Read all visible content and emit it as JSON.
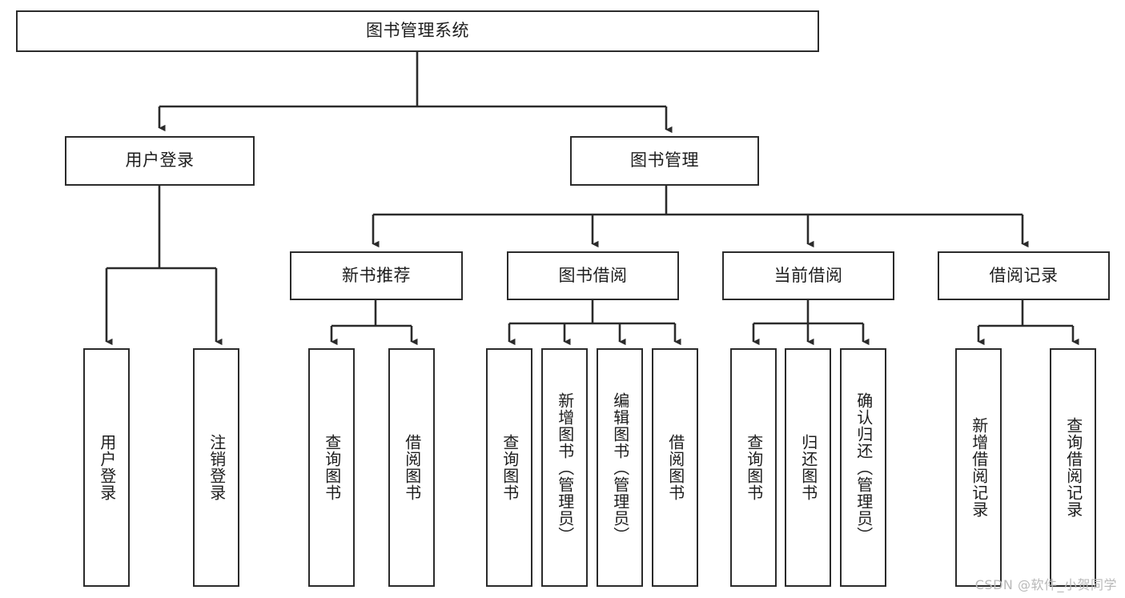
{
  "diagram": {
    "title": "图书管理系统",
    "type": "tree",
    "root": {
      "label": "图书管理系统"
    },
    "level1": [
      {
        "label": "用户登录"
      },
      {
        "label": "图书管理"
      }
    ],
    "level2": [
      {
        "label": "新书推荐",
        "parent": "图书管理"
      },
      {
        "label": "图书借阅",
        "parent": "图书管理"
      },
      {
        "label": "当前借阅",
        "parent": "图书管理"
      },
      {
        "label": "借阅记录",
        "parent": "图书管理"
      }
    ],
    "leaves": {
      "user_login": [
        {
          "label": "用户登录"
        },
        {
          "label": "注销登录"
        }
      ],
      "new_book": [
        {
          "label": "查询图书"
        },
        {
          "label": "借阅图书"
        }
      ],
      "borrow": [
        {
          "label": "查询图书"
        },
        {
          "label": "新增图书（管理员）"
        },
        {
          "label": "编辑图书（管理员）"
        },
        {
          "label": "借阅图书"
        }
      ],
      "current": [
        {
          "label": "查询图书"
        },
        {
          "label": "归还图书"
        },
        {
          "label": "确认归还（管理员）"
        }
      ],
      "records": [
        {
          "label": "新增借阅记录"
        },
        {
          "label": "查询借阅记录"
        }
      ]
    }
  },
  "watermark": {
    "text": "CSDN @软件_小贺同学"
  },
  "colors": {
    "border": "#2b2b2b",
    "background": "#ffffff",
    "text": "#1d1d1d",
    "watermark": "#b9b9b9"
  }
}
